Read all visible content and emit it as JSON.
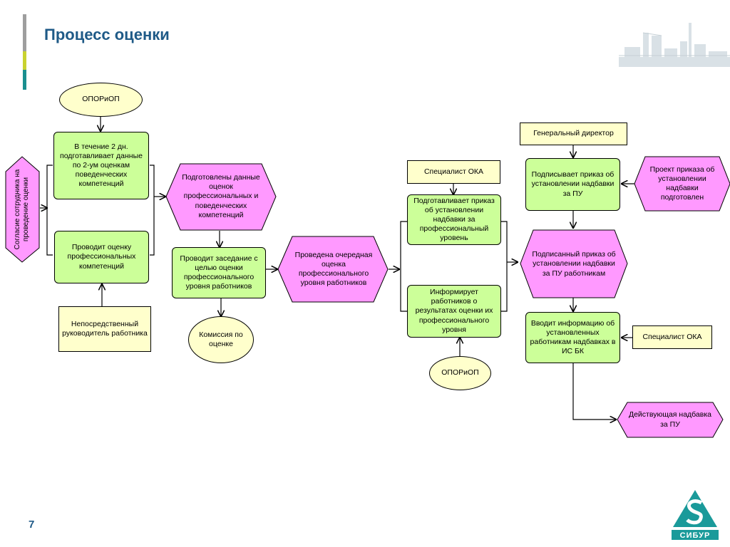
{
  "title": "Процесс оценки",
  "page_number": "7",
  "logo": {
    "text": "СИБУР"
  },
  "colors": {
    "title": "#1f5a87",
    "bar_gray": "#9e9e9e",
    "bar_yellow": "#c9d22f",
    "bar_teal": "#1a8f8f",
    "green_fill": "#ccff99",
    "yellow_fill": "#ffffcc",
    "pink_fill": "#ff99ff"
  },
  "nodes": {
    "opor_top": "ОПОРиОП",
    "agreement": "Согласие сотрудника на проведение оценки",
    "prepare_behavioral": "В течение  2 дн. подготавливает данные по 2-ум оценкам поведенческих компетенций",
    "assess_professional": "Проводит оценку профессиональных компетенций",
    "direct_manager": "Непосредственный руководитель работника",
    "data_prepared": "Подготовлены данные оценок профессиональных и поведенческих компетенций",
    "holds_meeting": "Проводит заседание с целью оценки профессионального уровня работников",
    "commission": "Комиссия по оценке",
    "assessment_done": "Проведена очередная оценка профессионального уровня работников",
    "specialist_oka_1": "Специалист ОКА",
    "prepares_order": "Подготавливает приказ об установлении надбавки за профессиональный уровень",
    "informs_workers": "Информирует работников о результатах оценки их профессионального уровня",
    "opor_bottom": "ОПОРиОП",
    "general_director": "Генеральный директор",
    "signs_order": "Подписывает приказ об установлении надбавки  за ПУ",
    "draft_order": "Проект приказа об установлении надбавки подготовлен",
    "signed_order": "Подписанный приказ об установлении надбавки за ПУ работникам",
    "enters_info": "Вводит информацию об установленных работникам надбавках в ИС БК",
    "specialist_oka_2": "Специалист ОКА",
    "current_allowance": "Действующая надбавка за ПУ"
  }
}
